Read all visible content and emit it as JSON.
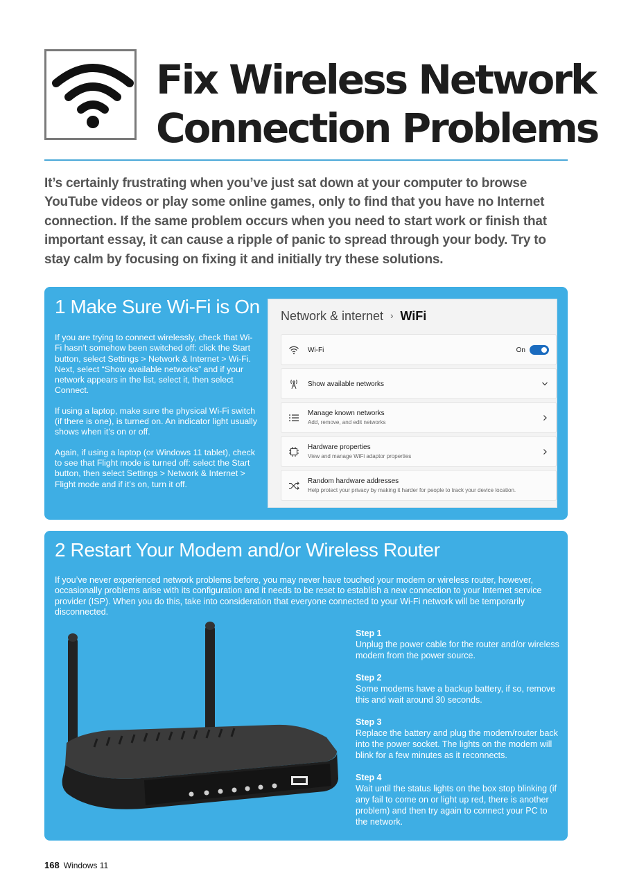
{
  "header": {
    "title_line1": "Fix Wireless Network",
    "title_line2": "Connection Problems",
    "icon": "wifi-icon"
  },
  "intro": "It’s certainly frustrating when you’ve just sat down at your computer to browse YouTube videos or play some online games, only to find that you have no Internet connection. If the same problem occurs when you need to start work or finish that important essay, it can cause a ripple of panic to spread through your body. Try to stay calm by focusing on fixing it and initially try these solutions.",
  "section1": {
    "heading": "1 Make Sure Wi-Fi is On",
    "paragraphs": [
      "If you are trying to connect wirelessly, check that Wi-Fi hasn’t somehow been switched off: click the Start button, select Settings > Network & Internet > Wi-Fi. Next, select “Show available networks” and if your network appears in the list, select it, then select Connect.",
      "If using a laptop, make sure the physical Wi-Fi switch (if there is one), is turned on. An indicator light usually shows when it’s on or off.",
      "Again, if using a laptop (or Windows 11 tablet), check to see that Flight mode is turned off: select the Start button, then select Settings > Network & Internet > Flight mode and if it’s on, turn it off."
    ],
    "settings": {
      "breadcrumb_parent": "Network & internet",
      "breadcrumb_sep": "›",
      "breadcrumb_current": "WiFi",
      "rows": [
        {
          "label": "Wi-Fi",
          "sub": "",
          "icon": "wifi-icon",
          "control": "toggle",
          "toggle_text": "On",
          "accent": "#1a6bbf"
        },
        {
          "label": "Show available networks",
          "sub": "",
          "icon": "antenna-icon",
          "control": "chevron-down"
        },
        {
          "label": "Manage known networks",
          "sub": "Add, remove, and edit networks",
          "icon": "list-icon",
          "control": "chevron-right"
        },
        {
          "label": "Hardware properties",
          "sub": "View and manage WiFi adaptor properties",
          "icon": "chip-icon",
          "control": "chevron-right"
        },
        {
          "label": "Random hardware addresses",
          "sub": "Help protect your privacy by making it harder for people to track your device location.",
          "icon": "shuffle-icon",
          "control": "none"
        }
      ]
    }
  },
  "section2": {
    "heading": "2 Restart Your Modem and/or Wireless Router",
    "intro": "If you’ve never experienced network problems before, you may never have touched your modem or wireless router, however, occasionally problems arise with its configuration and it needs to be reset to establish a new connection to your Internet service provider (ISP). When you do this, take into consideration that everyone connected to your Wi-Fi network will be temporarily disconnected.",
    "steps": [
      {
        "title": "Step 1",
        "text": "Unplug the power cable for the router and/or wireless modem from the power source."
      },
      {
        "title": "Step 2",
        "text": "Some modems have a backup battery, if so, remove this and wait around 30 seconds."
      },
      {
        "title": "Step 3",
        "text": "Replace the battery and plug the modem/router back into the power socket. The lights on the modem will blink for a few minutes as it reconnects."
      },
      {
        "title": "Step 4",
        "text": "Wait until the status lights on the box stop blinking (if any fail to come on or light up red, there is another problem) and then try again to connect your PC to the network."
      }
    ]
  },
  "footer": {
    "page_number": "168",
    "publication": "Windows 11"
  },
  "colors": {
    "panel": "#3eaee4",
    "rule": "#4aa8d8",
    "toggle": "#1a6bbf"
  }
}
